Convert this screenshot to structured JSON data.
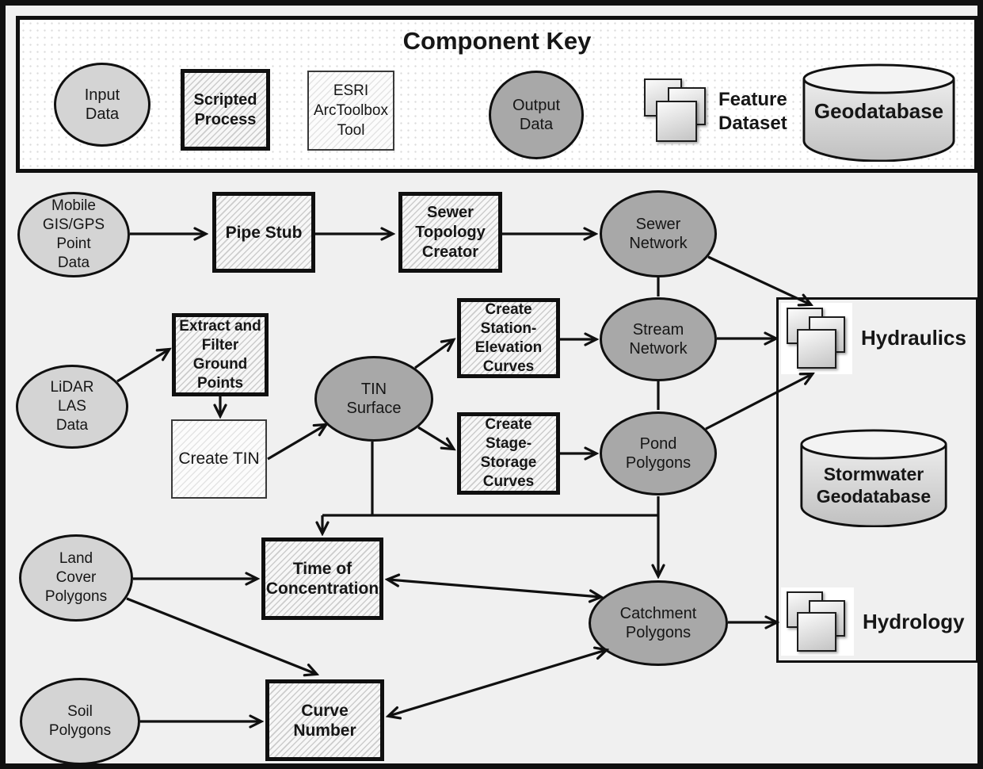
{
  "key": {
    "title": "Component Key",
    "input": {
      "lines": [
        "Input",
        "Data"
      ]
    },
    "scripted": {
      "lines": [
        "Scripted",
        "Process"
      ]
    },
    "esri": {
      "lines": [
        "ESRI",
        "ArcToolbox",
        "Tool"
      ]
    },
    "output": {
      "lines": [
        "Output",
        "Data"
      ]
    },
    "feature": {
      "lines": [
        "Feature",
        "Dataset"
      ]
    },
    "geodatabase": {
      "label": "Geodatabase"
    }
  },
  "nodes": {
    "mobile": {
      "lines": [
        "Mobile",
        "GIS/GPS",
        "Point",
        "Data"
      ],
      "type": "input-data"
    },
    "pipe_stub": {
      "label": "Pipe Stub",
      "type": "scripted-process"
    },
    "sewer_topology": {
      "lines": [
        "Sewer",
        "Topology",
        "Creator"
      ],
      "type": "scripted-process"
    },
    "sewer_network": {
      "lines": [
        "Sewer",
        "Network"
      ],
      "type": "output-data"
    },
    "lidar": {
      "lines": [
        "LiDAR",
        "LAS",
        "Data"
      ],
      "type": "input-data"
    },
    "extract": {
      "lines": [
        "Extract and",
        "Filter",
        "Ground",
        "Points"
      ],
      "type": "scripted-process"
    },
    "create_tin": {
      "label": "Create TIN",
      "type": "esri-arctoolbox-tool"
    },
    "tin_surface": {
      "lines": [
        "TIN",
        "Surface"
      ],
      "type": "output-data"
    },
    "create_station": {
      "lines": [
        "Create",
        "Station-",
        "Elevation",
        "Curves"
      ],
      "type": "scripted-process"
    },
    "create_stage": {
      "lines": [
        "Create",
        "Stage-",
        "Storage",
        "Curves"
      ],
      "type": "scripted-process"
    },
    "stream_network": {
      "lines": [
        "Stream",
        "Network"
      ],
      "type": "output-data"
    },
    "pond": {
      "lines": [
        "Pond",
        "Polygons"
      ],
      "type": "output-data"
    },
    "land_cover": {
      "lines": [
        "Land",
        "Cover",
        "Polygons"
      ],
      "type": "input-data"
    },
    "toc": {
      "lines": [
        "Time of",
        "Concentration"
      ],
      "type": "scripted-process"
    },
    "soil": {
      "lines": [
        "Soil",
        "Polygons"
      ],
      "type": "input-data"
    },
    "curve_number": {
      "lines": [
        "Curve",
        "Number"
      ],
      "type": "scripted-process"
    },
    "catchment": {
      "lines": [
        "Catchment",
        "Polygons"
      ],
      "type": "output-data"
    },
    "hydraulics": {
      "label": "Hydraulics",
      "type": "feature-dataset"
    },
    "stormwater": {
      "lines": [
        "Stormwater",
        "Geodatabase"
      ],
      "type": "geodatabase"
    },
    "hydrology": {
      "label": "Hydrology",
      "type": "feature-dataset"
    }
  },
  "colors": {
    "input_fill": "#d4d4d4",
    "output_fill": "#a8a8a8",
    "background": "#f0f0f0",
    "line": "#101010"
  }
}
